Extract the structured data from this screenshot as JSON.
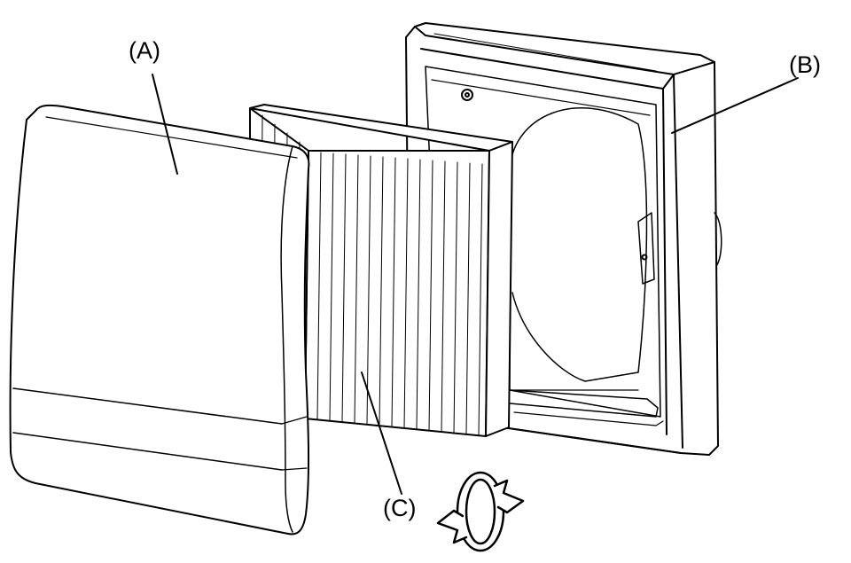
{
  "labels": {
    "a": "(A)",
    "b": "(B)",
    "c": "(C)"
  },
  "colors": {
    "line": "#000000",
    "paper": "#ffffff"
  },
  "icons": {
    "rotation": "rotate-arrows-icon"
  }
}
